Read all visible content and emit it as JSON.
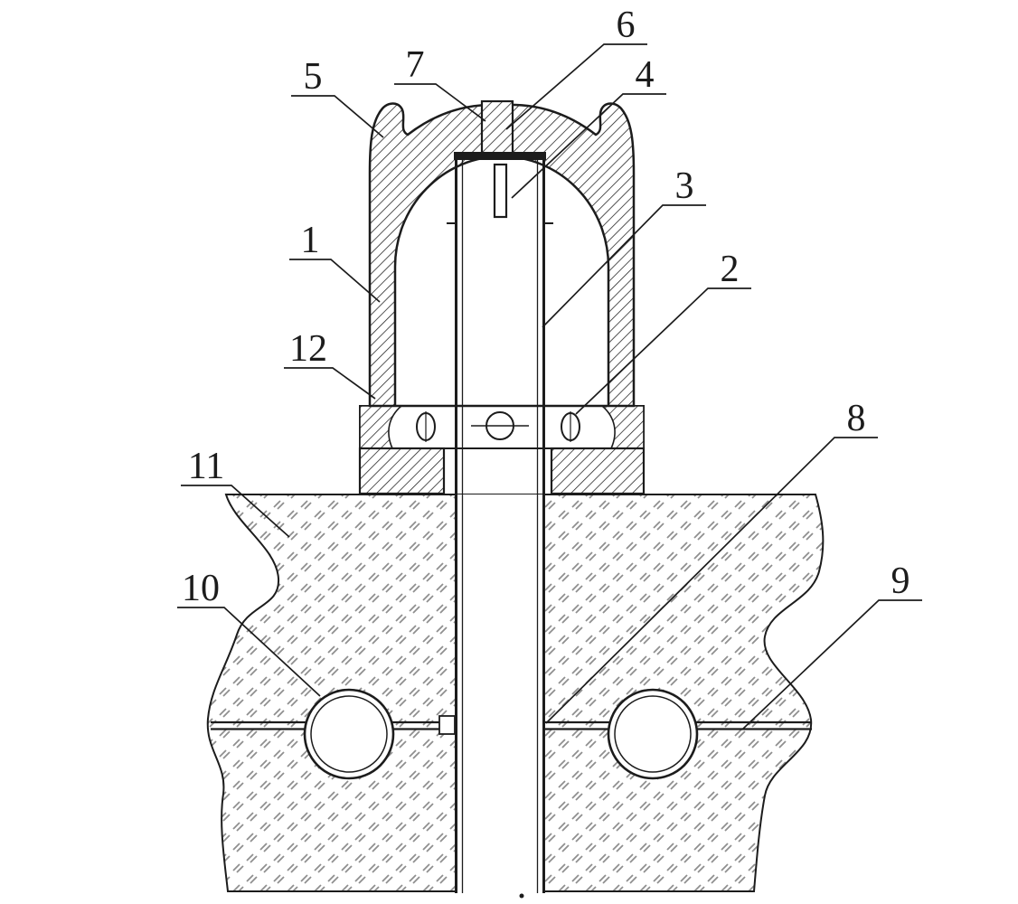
{
  "figure": {
    "labels": {
      "p1": "1",
      "p2": "2",
      "p3": "3",
      "p4": "4",
      "p5": "5",
      "p6": "6",
      "p7": "7",
      "p8": "8",
      "p9": "9",
      "p10": "10",
      "p11": "11",
      "p12": "12"
    }
  },
  "colors": {
    "line": "#1c1c1c",
    "ground_mark": "#8f8f8f",
    "bg": "#ffffff"
  }
}
